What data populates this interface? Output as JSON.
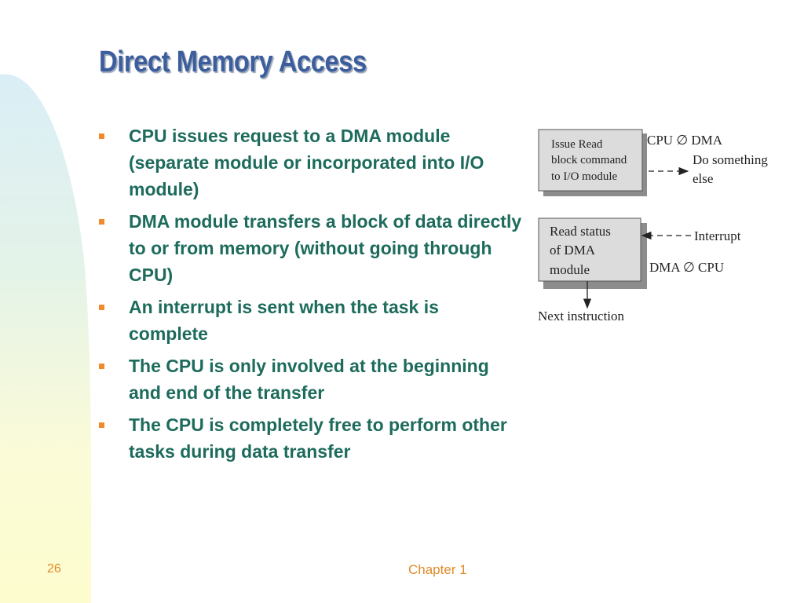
{
  "slide": {
    "title": "Direct Memory Access",
    "bullets": [
      {
        "text": "CPU issues request to a DMA module (separate module or incorporated into I/O module)"
      },
      {
        "text": "DMA module transfers a block of data directly to or from memory (without going through CPU)"
      },
      {
        "text": "An interrupt is sent when the task is complete"
      },
      {
        "text": "The CPU is only involved at the beginning and end of the transfer"
      },
      {
        "text": "The CPU is completely free to perform other tasks during data transfer"
      }
    ],
    "page_number": "26",
    "footer": "Chapter 1"
  },
  "diagram": {
    "box1_lines": [
      "Issue Read",
      "block command",
      "to I/O module"
    ],
    "label_cpu_dma": "CPU ∅ DMA",
    "do_something_lines": [
      "Do something",
      "else"
    ],
    "box2_lines": [
      "Read status",
      "of DMA",
      "module"
    ],
    "label_interrupt": "Interrupt",
    "label_dma_cpu": "DMA ∅ CPU",
    "label_next": "Next instruction"
  },
  "colors": {
    "title": "#3d5e9c",
    "bullet_text": "#1d6b5c",
    "bullet_marker": "#f08a2a",
    "footer": "#e08a2a",
    "box_fill": "#dcdcdc",
    "box_shadow": "#8c8c8c"
  }
}
